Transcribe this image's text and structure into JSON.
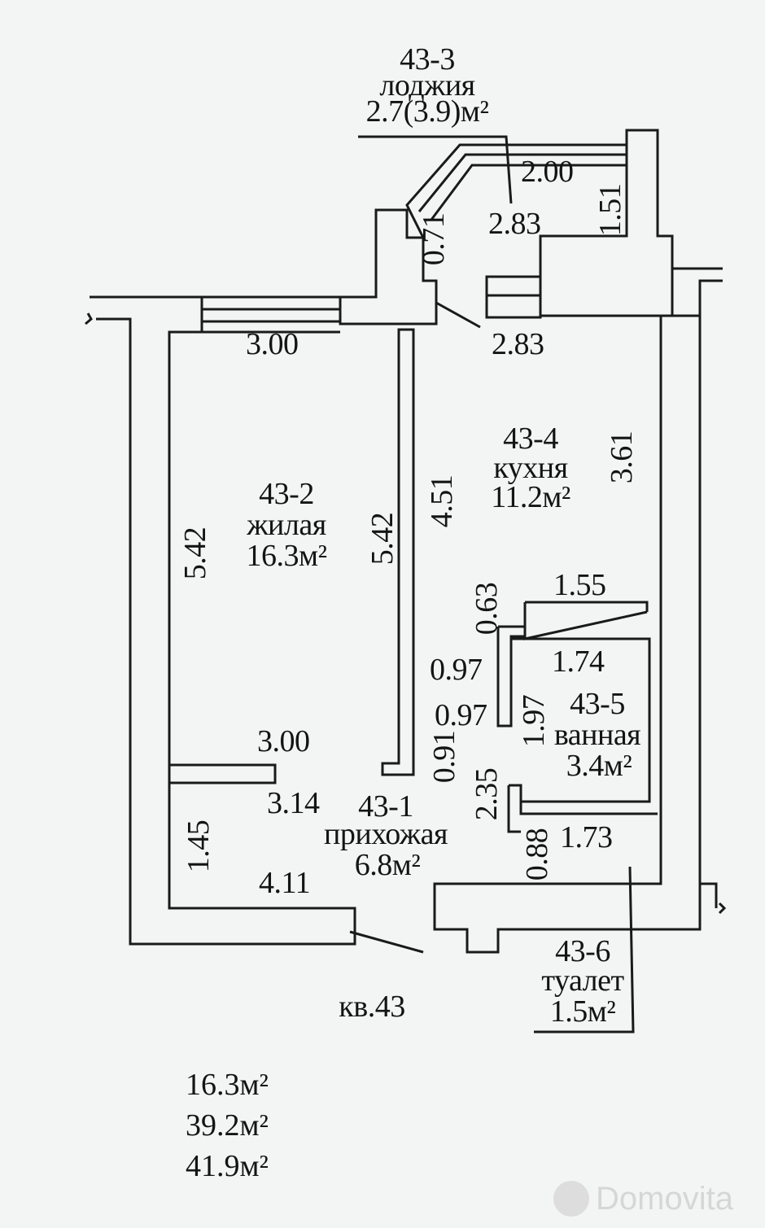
{
  "rooms": {
    "loggia": {
      "code": "43-3",
      "name": "лоджия",
      "area": "2.7(3.9)м²"
    },
    "living": {
      "code": "43-2",
      "name": "жилая",
      "area": "16.3м²"
    },
    "kitchen": {
      "code": "43-4",
      "name": "кухня",
      "area": "11.2м²"
    },
    "bath": {
      "code": "43-5",
      "name": "ванная",
      "area": "3.4м²"
    },
    "hall": {
      "code": "43-1",
      "name": "прихожая",
      "area": "6.8м²"
    },
    "toilet": {
      "code": "43-6",
      "name": "туалет",
      "area": "1.5м²"
    }
  },
  "dimensions": {
    "loggia_width": "2.00",
    "loggia_diag": "2.83",
    "loggia_left": "0.71",
    "loggia_right": "1.51",
    "window_living": "3.00",
    "window_kitchen": "2.83",
    "living_left": "5.42",
    "living_right": "5.42",
    "living_bottom": "3.00",
    "kitchen_left": "4.51",
    "kitchen_right": "3.61",
    "bath_top": "1.55",
    "bath_step_upper": "0.63",
    "bath_width": "1.74",
    "bath_left_upper": "0.97",
    "bath_left_lower": "0.97",
    "bath_height": "1.97",
    "hall_gap": "0.91",
    "hall_inner": "2.35",
    "toilet_width": "1.73",
    "toilet_height": "0.88",
    "hall_width": "3.14",
    "hall_left": "1.45",
    "hall_bottom": "4.11"
  },
  "apartment": "кв.43",
  "totals": [
    "16.3м²",
    "39.2м²",
    "41.9м²"
  ],
  "watermark": "Domovita"
}
